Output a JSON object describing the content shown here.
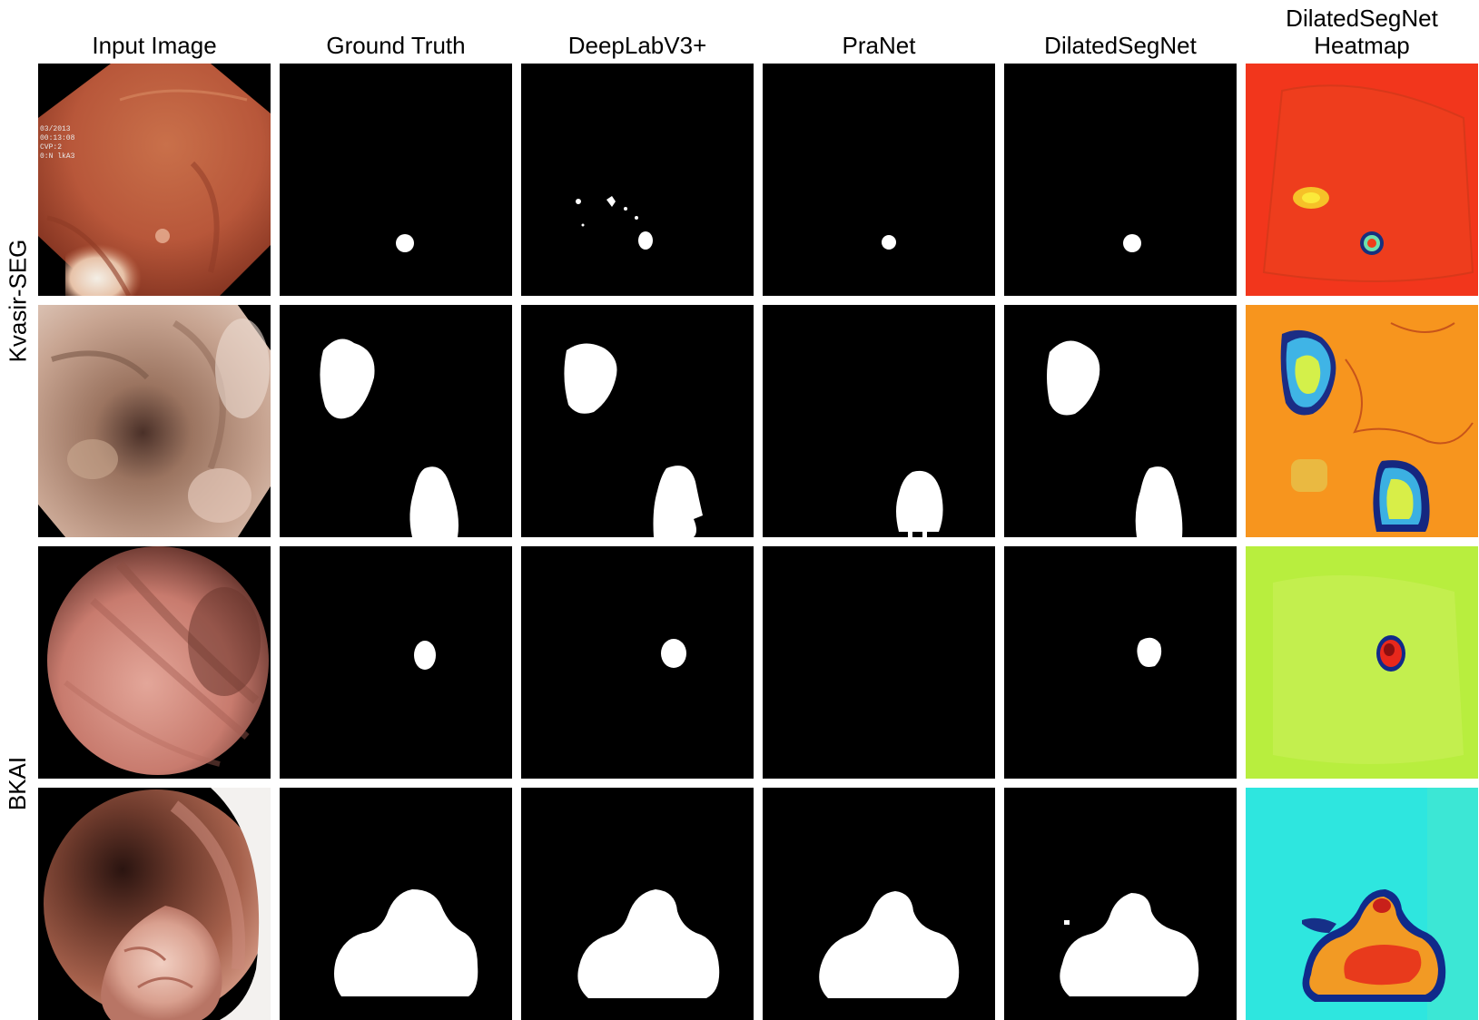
{
  "figure": {
    "columns": [
      "Input Image",
      "Ground Truth",
      "DeepLabV3+",
      "PraNet",
      "DilatedSegNet"
    ],
    "heatmap_column": [
      "DilatedSegNet",
      "Heatmap"
    ],
    "row_groups": [
      "Kvasir-SEG",
      "BKAI"
    ]
  },
  "overlays": {
    "kvasir1": [
      "03/2013",
      "00:13:08",
      "CVP:2",
      "0:N      lkA3"
    ]
  }
}
